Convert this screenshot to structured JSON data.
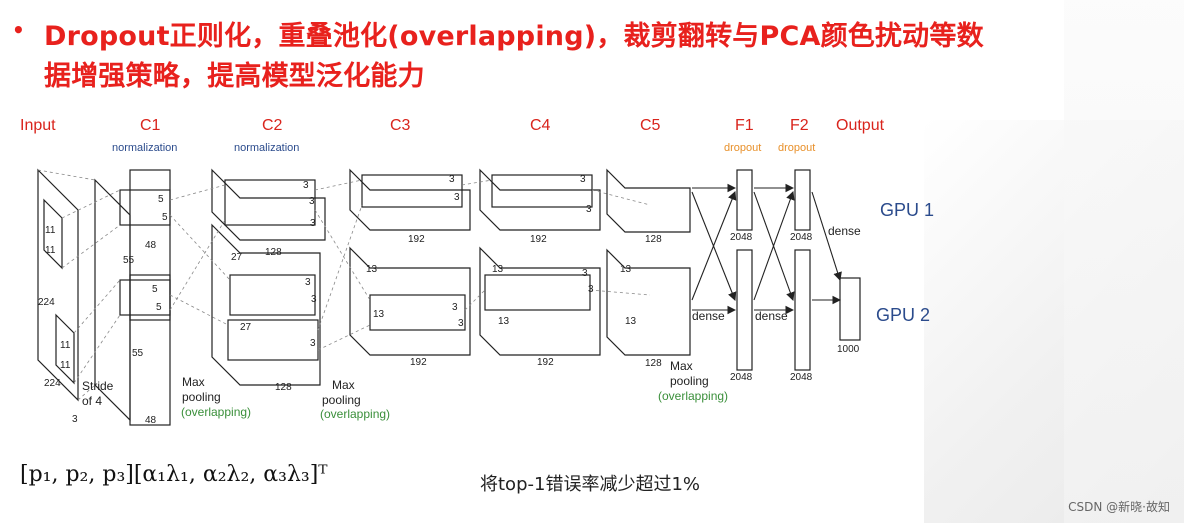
{
  "title": {
    "line1": "Dropout正则化，重叠池化(overlapping)，裁剪翻转与PCA颜色扰动等数",
    "line2": "据增强策略，提高模型泛化能力"
  },
  "diagram": {
    "layers": {
      "input": "Input",
      "c1": "C1",
      "c2": "C2",
      "c3": "C3",
      "c4": "C4",
      "c5": "C5",
      "f1": "F1",
      "f2": "F2",
      "output": "Output"
    },
    "sub": {
      "c1": "normalization",
      "c2": "normalization",
      "f1": "dropout",
      "f2": "dropout"
    },
    "gpu1": "GPU 1",
    "gpu2": "GPU 2",
    "dims": {
      "in11a": "11",
      "in11b": "11",
      "in224a": "224",
      "in224b": "224",
      "in3": "3",
      "in11c": "11",
      "in11d": "11",
      "stride": "Stride",
      "of4": "of 4",
      "c1_55a": "55",
      "c1_55b": "55",
      "c1_5a": "5",
      "c1_5b": "5",
      "c1_5c": "5",
      "c1_5d": "5",
      "c1_48a": "48",
      "c1_48b": "48",
      "c2_27a": "27",
      "c2_27b": "27",
      "c2_3a": "3",
      "c2_3b": "3",
      "c2_3c": "3",
      "c2_3d": "3",
      "c2_3e": "3",
      "c2_3f": "3",
      "c2_128a": "128",
      "c2_128b": "128",
      "c3_13a": "13",
      "c3_13b": "13",
      "c3_3a": "3",
      "c3_3b": "3",
      "c3_3c": "3",
      "c3_3d": "3",
      "c3_192a": "192",
      "c3_192b": "192",
      "c4_13a": "13",
      "c4_13b": "13",
      "c4_3a": "3",
      "c4_3b": "3",
      "c4_3c": "3",
      "c4_3d": "3",
      "c4_192a": "192",
      "c4_192b": "192",
      "c5_13a": "13",
      "c5_13b": "13",
      "c5_128a": "128",
      "c5_128b": "128",
      "f1_2048a": "2048",
      "f1_2048b": "2048",
      "f2_2048a": "2048",
      "f2_2048b": "2048",
      "out1000": "1000",
      "dense1": "dense",
      "dense2": "dense",
      "dense3": "dense"
    },
    "pool": {
      "max": "Max",
      "pooling": "pooling",
      "overlap": "(overlapping)"
    }
  },
  "formula": "[p₁, p₂, p₃][α₁λ₁, α₂λ₂, α₃λ₃]ᵀ",
  "note": "将top-1错误率减少超过1%",
  "watermark": "CSDN @新晓·故知"
}
